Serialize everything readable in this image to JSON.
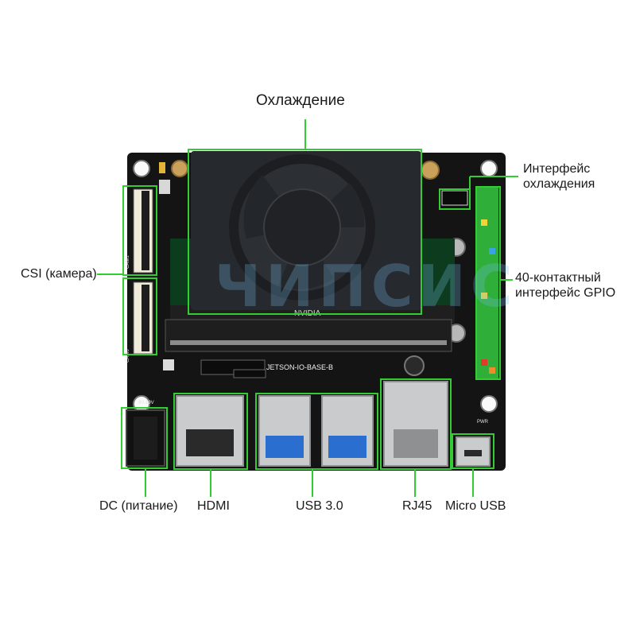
{
  "callouts": {
    "cooling": "Охлаждение",
    "fan_interface_line1": "Интерфейс",
    "fan_interface_line2": "охлаждения",
    "csi": "CSI (камера)",
    "gpio_line1": "40-контактный",
    "gpio_line2": "интерфейс GPIO",
    "dc": "DC (питание)",
    "hdmi": "HDMI",
    "usb": "USB 3.0",
    "rj45": "RJ45",
    "micro_usb": "Micro USB"
  },
  "board": {
    "model_silk": "JETSON-IO-BASE-B",
    "module_brand": "NVIDIA",
    "cam0_silk": "CAM0",
    "cam1_silk": "CAM1",
    "power_silk": "9V-19V",
    "pwr_silk": "PWR"
  },
  "watermark": "ЧИПСИС",
  "colors": {
    "highlight": "#33cc33",
    "pcb": "#141414",
    "heatsink": "#26292e",
    "metal": "#c9cbcc",
    "usb_blue": "#2a6fd0",
    "gpio_green": "#2fae3a"
  }
}
